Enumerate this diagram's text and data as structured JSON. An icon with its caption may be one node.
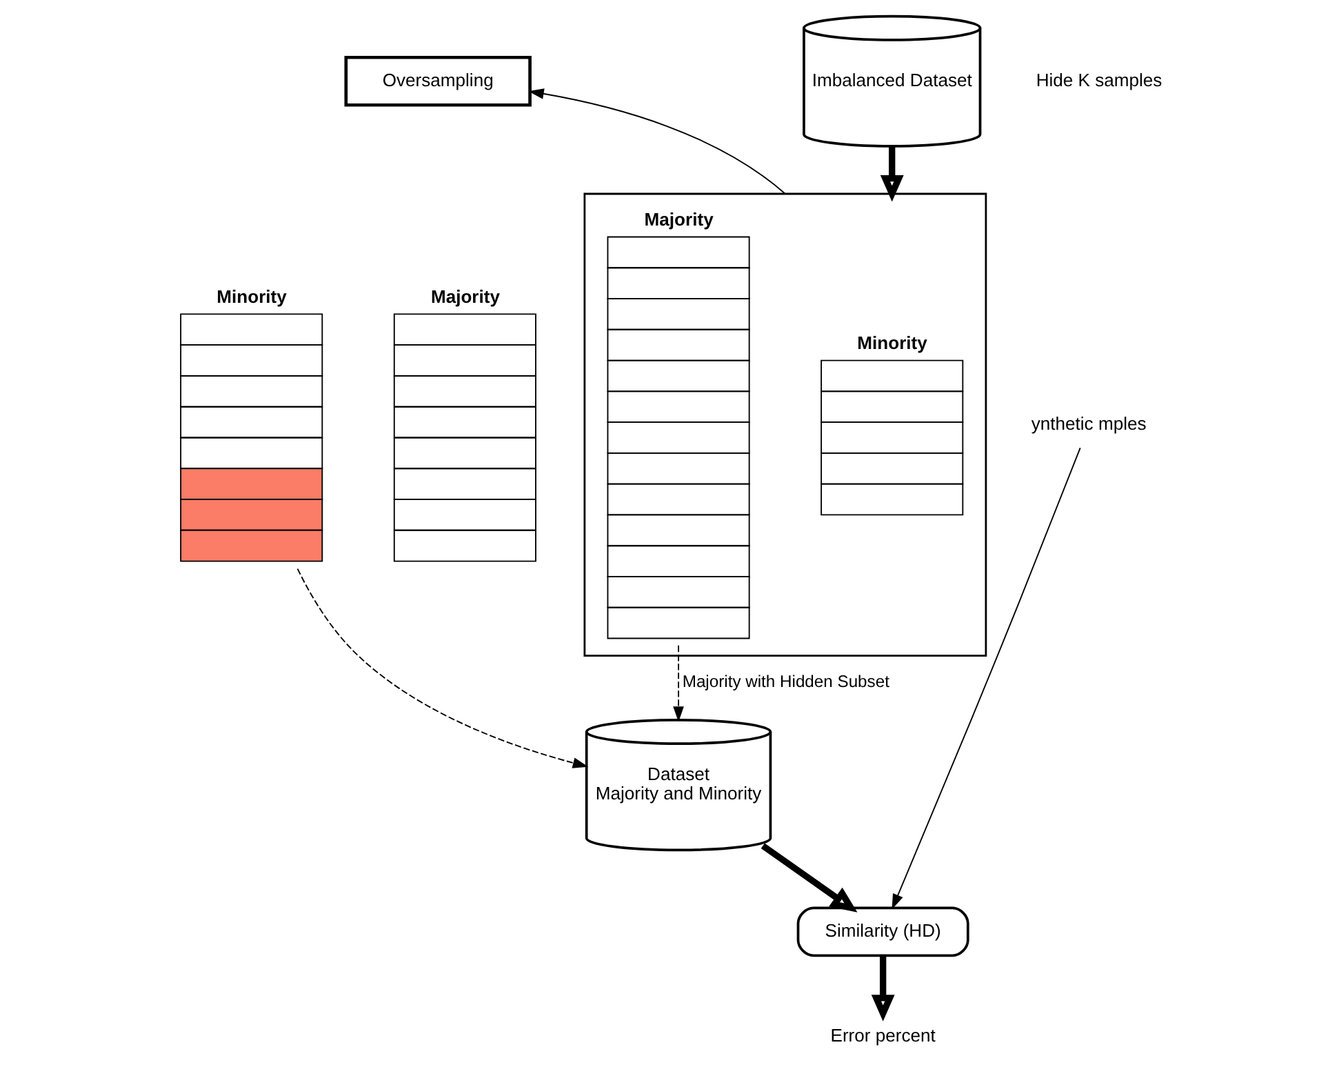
{
  "diagram": {
    "nodes": [
      {
        "text": [
          "Oversampling"
        ]
      },
      {
        "text": [
          "Imbalanced Dataset"
        ]
      },
      {
        "text": [
          "Minority"
        ]
      },
      {
        "text": [
          "Majority"
        ]
      },
      {
        "text": [
          "ynthetic mples"
        ]
      },
      {
        "text": [],
        "shape": "box"
      },
      {
        "text": [
          "Minority"
        ],
        "in": 5
      },
      {
        "text": [
          "Majority"
        ],
        "in": 5
      },
      {
        "text": [
          "Dataset",
          "Majority and Minority"
        ]
      },
      {
        "text": [
          "Similarity (HD)"
        ]
      },
      {
        "text": [
          "Error percent"
        ]
      }
    ],
    "edges": [
      {
        "from": 1,
        "to": 5,
        "arrow": "to",
        "style": "thick"
      },
      {
        "from": 5,
        "to": 0,
        "arrow": "to"
      },
      {
        "from": 2,
        "to": 8,
        "arrow": "to",
        "style": "dashed"
      },
      {
        "from": 7,
        "to": 8,
        "arrow": "to",
        "style": "dashed",
        "label": "Majority with Hidden Subset"
      },
      {
        "from": 4,
        "to": 9,
        "arrow": "to"
      },
      {
        "from": 8,
        "to": 9,
        "arrow": "to",
        "style": "thick"
      },
      {
        "from": 9,
        "to": 10,
        "arrow": "to",
        "style": "thick"
      }
    ],
    "labels": [
      "Hide K samples"
    ]
  }
}
